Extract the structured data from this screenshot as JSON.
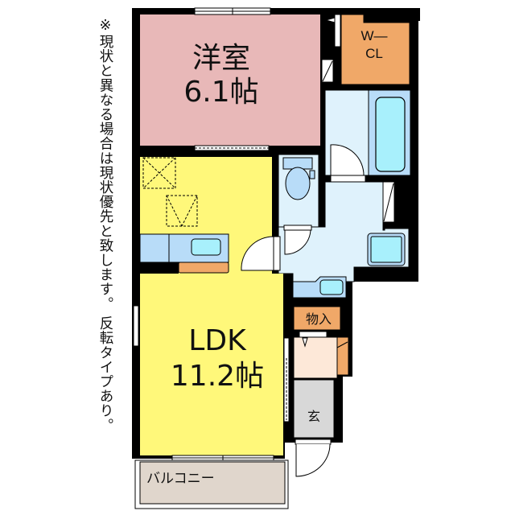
{
  "note": {
    "text": "※現状と異なる場合は現状優先と致します。 反転タイプあり。"
  },
  "rooms": {
    "western": {
      "name": "洋室",
      "size": "6.1帖",
      "color": "#e8b8b8"
    },
    "walk_in_closet": {
      "name_line1": "W—",
      "name_line2": "CL",
      "color": "#f0a868"
    },
    "ldk": {
      "name": "LDK",
      "size": "11.2帖",
      "color": "#fff87a"
    },
    "storage": {
      "name": "物入",
      "color": "#f0a868"
    },
    "entrance": {
      "name": "玄",
      "color": "#d8d8d8"
    },
    "balcony": {
      "name": "バルコニー",
      "color": "#e0d6cc"
    },
    "wet_area": {
      "color": "#dff2fc"
    },
    "fixture": {
      "color": "#b8dcf8",
      "water": "#a8f0fc"
    },
    "hall": {
      "color": "#fde8d8"
    }
  },
  "colors": {
    "wall": "#000000"
  }
}
